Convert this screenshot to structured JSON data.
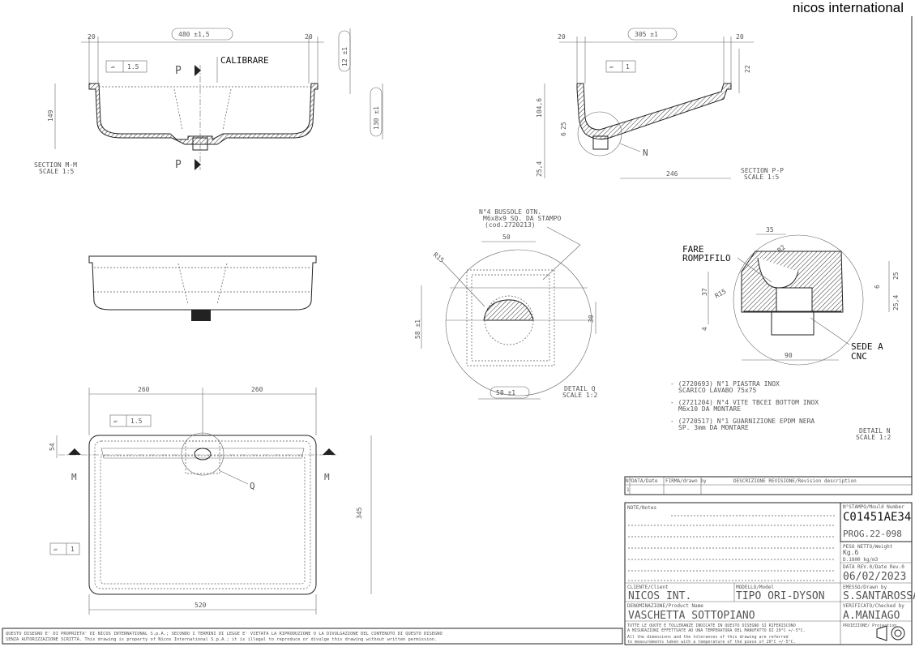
{
  "brand": "nicos international",
  "section_mm": {
    "title": "SECTION M-M",
    "scale": "SCALE 1:5",
    "dim_480": "480 ±1,5",
    "dim_20a": "20",
    "dim_20b": "20",
    "dim_12": "12 ±1",
    "dim_130": "130 ±1",
    "dim_149": "149",
    "flatness": "1.5",
    "calibrare": "CALIBRARE",
    "p_top": "P",
    "p_bottom": "P"
  },
  "section_pp": {
    "title": "SECTION P-P",
    "scale": "SCALE 1:5",
    "dim_305": "305 ±1",
    "dim_20a": "20",
    "dim_20b": "20",
    "dim_22": "22",
    "dim_104": "104,6",
    "dim_25": "25",
    "dim_6": "6",
    "dim_25_4": "25,4",
    "dim_246": "246",
    "flatness": "1",
    "label_n": "N"
  },
  "detail_q": {
    "title": "DETAIL Q",
    "scale": "SCALE 1:2",
    "note_l1": "N°4 BUSSOLE OTN.",
    "note_l2": "M6x8x9 SQ. DA STAMPO",
    "note_l3": "(cod.2720213)",
    "dim_50": "50",
    "dim_r15": "R15",
    "dim_58v": "58 ±1",
    "dim_30": "30",
    "dim_58h": "58 ±1"
  },
  "detail_n": {
    "title": "DETAIL N",
    "scale": "SCALE 1:2",
    "fare": "FARE",
    "rompifilo": "ROMPIFILO",
    "dim_35": "35",
    "dim_r2": "R2",
    "dim_r15": "R15",
    "dim_37": "37",
    "dim_4": "4",
    "dim_25": "25",
    "dim_6": "6",
    "dim_25_4": "25,4",
    "dim_90": "90",
    "sede": "SEDE A",
    "cnc": "CNC",
    "parts": [
      {
        "l1": "- (2720693) N°1 PIASTRA INOX",
        "l2": "SCARICO LAVABO 75x75"
      },
      {
        "l1": "- (2721204) N°4 VITE TBCEI BOTTOM INOX",
        "l2": "M6x10 DA MONTARE"
      },
      {
        "l1": "- (2720517) N°1 GUARNIZIONE EPDM NERA",
        "l2": "SP. 3mm DA MONTARE"
      }
    ]
  },
  "plan": {
    "dim_260a": "260",
    "dim_260b": "260",
    "dim_54": "54",
    "dim_345": "345",
    "dim_520": "520",
    "flatness_top": "1.5",
    "flatness_left": "1",
    "m_left": "M",
    "m_right": "M",
    "q": "Q"
  },
  "revision": {
    "h_no": "N°",
    "h_date": "DATA/Date",
    "h_drawn": "FIRMA/drawn by",
    "h_desc": "DESCRIZIONE REVISIONE/Revision description",
    "row_no": "1"
  },
  "title_block": {
    "notes_label": "NOTE/Notes",
    "mould_label": "N°STAMPO/Mould Number",
    "mould": "C01451AE34",
    "prog": "PROG.22-098",
    "weight_label": "PESO NETTO/Weight",
    "weight": "Kg.6",
    "density": "D.1800 kg/m3",
    "date_label": "DATA REV.0/Date Rev.0",
    "date": "06/02/2023",
    "client_label": "CLIENTE/Client",
    "client": "NICOS INT.",
    "model_label": "MODELLO/Model",
    "model": "TIPO ORI-DYSON",
    "drawn_label": "EMESSO/Drawn by",
    "drawn": "S.SANTAROSSA",
    "product_label": "DENOMINAZIONE/Product Name",
    "product": "VASCHETTA SOTTOPIANO",
    "checked_label": "VERIFICATO/Checked by",
    "checked": "A.MANIAGO",
    "tol_it1": "TUTTE LE QUOTE E TOLLERANZE INDICATE IN QUESTO DISEGNO SI RIFERISCONO",
    "tol_it2": "A MISURAZIONI EFFETTUATE AD UNA TEMPERATURA DEL MANUFATTO DI 20°C +/-5°C.",
    "tol_en1": "All the dimensions and the tolerances of this drawing are referred",
    "tol_en2": "to measurements taken with a temperature of the piece of 20°C +/-5°C.",
    "projection_label": "PROIEZIONE/ Projection"
  },
  "footer": {
    "l1": "QUESTO DISEGNO E' DI PROPRIETA' DI NICOS INTERNATIONAL S.p.A.; SECONDO I TERMINI DI LEGGE E' VIETATA LA RIPRODUZIONE O LA DIVULGAZIONE DEL CONTENUTO DI QUESTO DISEGNO",
    "l2": "SENZA AUTORIZZAZIONE SCRITTA. This drawing is property of Nicos International S.p.A.; it is illegal to reproduce or divulge this drawing without written permission."
  }
}
